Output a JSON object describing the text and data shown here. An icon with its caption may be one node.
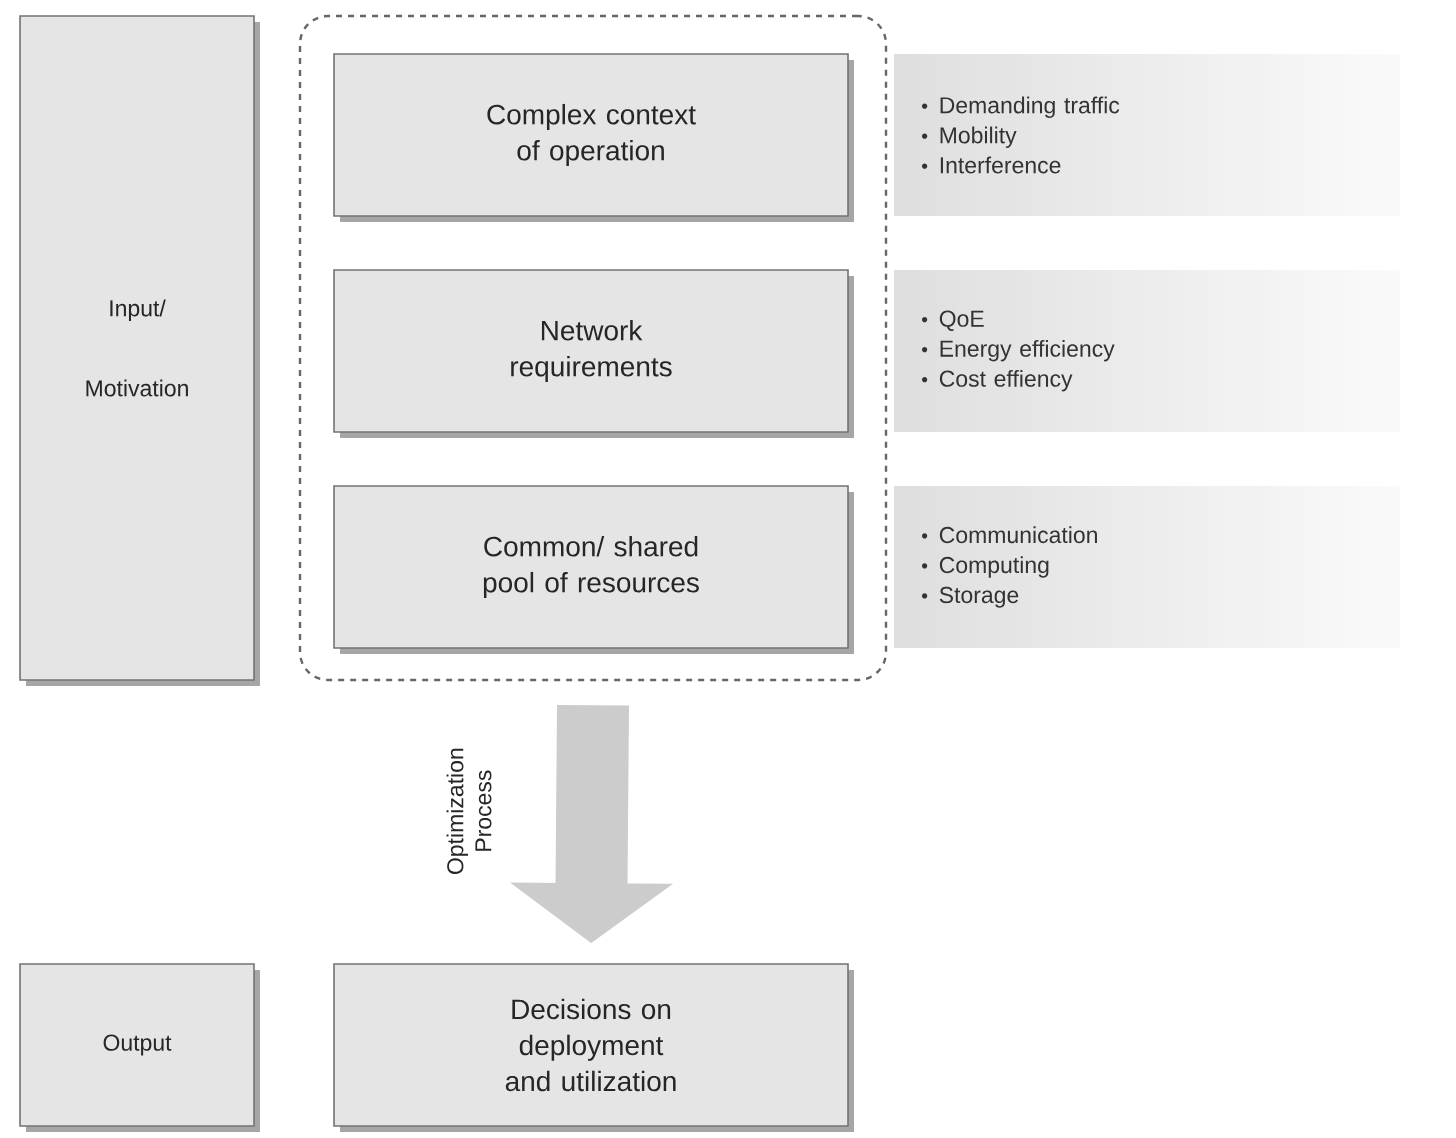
{
  "diagram": {
    "nodes": [
      {
        "text": [
          "Input/ Motivation"
        ]
      },
      {
        "text": [],
        "shape": "box"
      },
      {
        "text": [
          "Complex context of operation"
        ],
        "in": 1
      },
      {
        "text": [
          "Network requirements"
        ],
        "in": 1
      },
      {
        "text": [
          "Common/ shared pool of resources"
        ],
        "in": 1
      },
      {
        "text": [
          "Demanding traffic",
          "Mobility",
          "Interference"
        ]
      },
      {
        "text": [
          "QoE",
          "Energy efficiency",
          "Cost effiency"
        ]
      },
      {
        "text": [
          "Communication",
          "Computing",
          "Storage"
        ]
      },
      {
        "text": [
          "Output"
        ]
      },
      {
        "text": [
          "Decisions on deployment and utilization"
        ]
      }
    ],
    "edges": [
      {
        "from": 1,
        "to": 9,
        "arrow": "to",
        "label": "Optimization Process"
      }
    ]
  }
}
